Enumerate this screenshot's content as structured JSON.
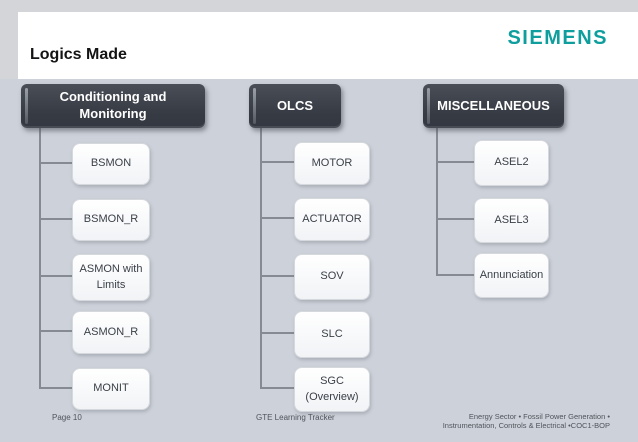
{
  "header": {
    "title": "Logics Made",
    "brand": "SIEMENS"
  },
  "trees": [
    {
      "header": "Conditioning and\nMonitoring",
      "children": [
        "BSMON",
        "BSMON_R",
        "ASMON with\nLimits",
        "ASMON_R",
        "MONIT"
      ]
    },
    {
      "header": "OLCS",
      "children": [
        "MOTOR",
        "ACTUATOR",
        "SOV",
        "SLC",
        "SGC\n(Overview)"
      ]
    },
    {
      "header": "MISCELLANEOUS",
      "children": [
        "ASEL2",
        "ASEL3",
        "Annunciation"
      ]
    }
  ],
  "footer": {
    "page_label": "Page 10",
    "center_label": "GTE Learning Tracker",
    "right_line1": "Energy Sector • Fossil Power Generation •",
    "right_line2": "Instrumentation, Controls & Electrical •COC1-BOP"
  },
  "colors": {
    "siemens_teal": "#0f9e9e",
    "header_box_dark": "#3a3e47",
    "content_background": "#cdd1d9",
    "page_background": "#d4d5d9",
    "connector_gray": "#868a92",
    "node_text": "#3a3f47"
  }
}
